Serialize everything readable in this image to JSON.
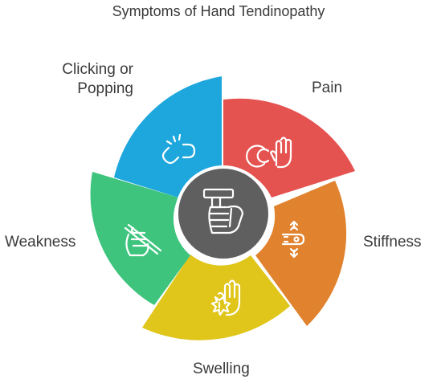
{
  "title": "Symptoms of Hand Tendinopathy",
  "center": {
    "icon": "hand-gripping-bar-icon",
    "color": "#5f5f5f"
  },
  "segments": [
    {
      "id": "pain",
      "label": "Pain",
      "color": "#e55350",
      "icon": "hand-pain-icon"
    },
    {
      "id": "stiffness",
      "label": "Stiffness",
      "color": "#e0822e",
      "icon": "finger-stiffness-icon"
    },
    {
      "id": "swelling",
      "label": "Swelling",
      "color": "#e0c51a",
      "icon": "swollen-hand-icon"
    },
    {
      "id": "weakness",
      "label": "Weakness",
      "color": "#3ec47d",
      "icon": "weak-grip-icon"
    },
    {
      "id": "clicking",
      "label_line1": "Clicking or",
      "label_line2": "Popping",
      "color": "#1ea7dd",
      "icon": "broken-link-icon"
    }
  ]
}
